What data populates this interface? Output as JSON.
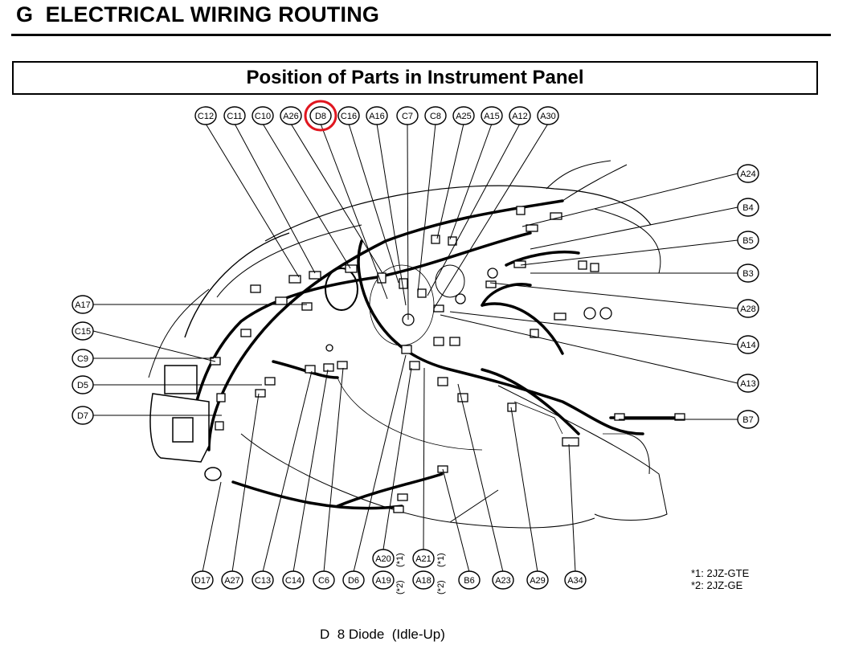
{
  "section_title": "G  ELECTRICAL WIRING ROUTING",
  "panel_title": "Position of Parts in Instrument Panel",
  "highlight_color": "#e0161f",
  "highlighted_part": "D8",
  "top_labels": [
    "C12",
    "C11",
    "C10",
    "A26",
    "D8",
    "C16",
    "A16",
    "C7",
    "C8",
    "A25",
    "A15",
    "A12",
    "A30"
  ],
  "right_labels": [
    "A24",
    "B4",
    "B5",
    "B3",
    "A28",
    "A14",
    "A13",
    "B7"
  ],
  "left_labels": [
    "A17",
    "C15",
    "C9",
    "D5",
    "D7"
  ],
  "bottom_labels": [
    "D17",
    "A27",
    "C13",
    "C14",
    "C6",
    "D6",
    "A19",
    "A18",
    "B6",
    "A23",
    "A29",
    "A34"
  ],
  "bottom_upper_labels": [
    "A20",
    "A21"
  ],
  "variant_marks": {
    "upper": "(*1)",
    "lower": "(*2)"
  },
  "footnotes": [
    "*1: 2JZ-GTE",
    "*2: 2JZ-GE"
  ],
  "caption": "D  8 Diode  (Idle-Up)"
}
